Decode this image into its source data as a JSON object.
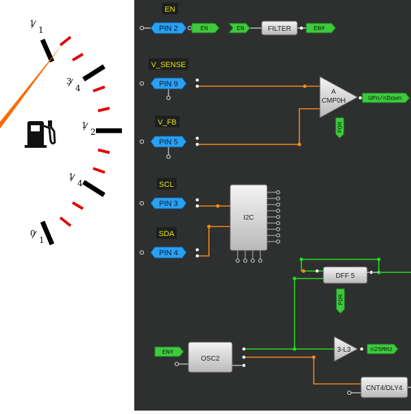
{
  "gauge": {
    "marks": [
      {
        "num": "1",
        "den": "1"
      },
      {
        "num": "3",
        "den": "4"
      },
      {
        "num": "1",
        "den": "2"
      },
      {
        "num": "1",
        "den": "4"
      },
      {
        "num": "0",
        "den": "1"
      }
    ],
    "needle_level_fraction": 0.8,
    "colors": {
      "major_tick": "#000000",
      "minor_tick": "#e00000",
      "needle": "#ff6a00"
    },
    "icon": "fuel-pump-icon"
  },
  "schematic": {
    "signals": {
      "en": "EN",
      "v_sense": "V_SENSE",
      "v_fb": "V_FB",
      "scl": "SCL",
      "sda": "SDA"
    },
    "pins": {
      "pin2": "PIN 2",
      "pin9": "PIN 9",
      "pin5": "PIN 5",
      "pin3": "PIN 3",
      "pin4": "PIN 4"
    },
    "tags": {
      "en_out": "EN",
      "en_in": "EN",
      "en_hash": "EN#",
      "up_down": "UPn/nDown",
      "por1": "POR",
      "por2": "POR",
      "en_hash_in": "EN#",
      "n25mhz": "n25MHz"
    },
    "blocks": {
      "filter": "FILTER",
      "comparator_a": "A",
      "comparator_name": "CMP0H",
      "i2c": "I2C",
      "dff": "DFF 5",
      "osc": "OSC2",
      "div": "3-L3",
      "cnt": "CNT4/DLY4"
    },
    "colors": {
      "background": "#2e2f2f",
      "pin": "#2aa0f0",
      "tag": "#3fc93f",
      "wire_orange": "#f08a1a",
      "wire_green": "#22dd22",
      "label": "#e8e800"
    }
  }
}
